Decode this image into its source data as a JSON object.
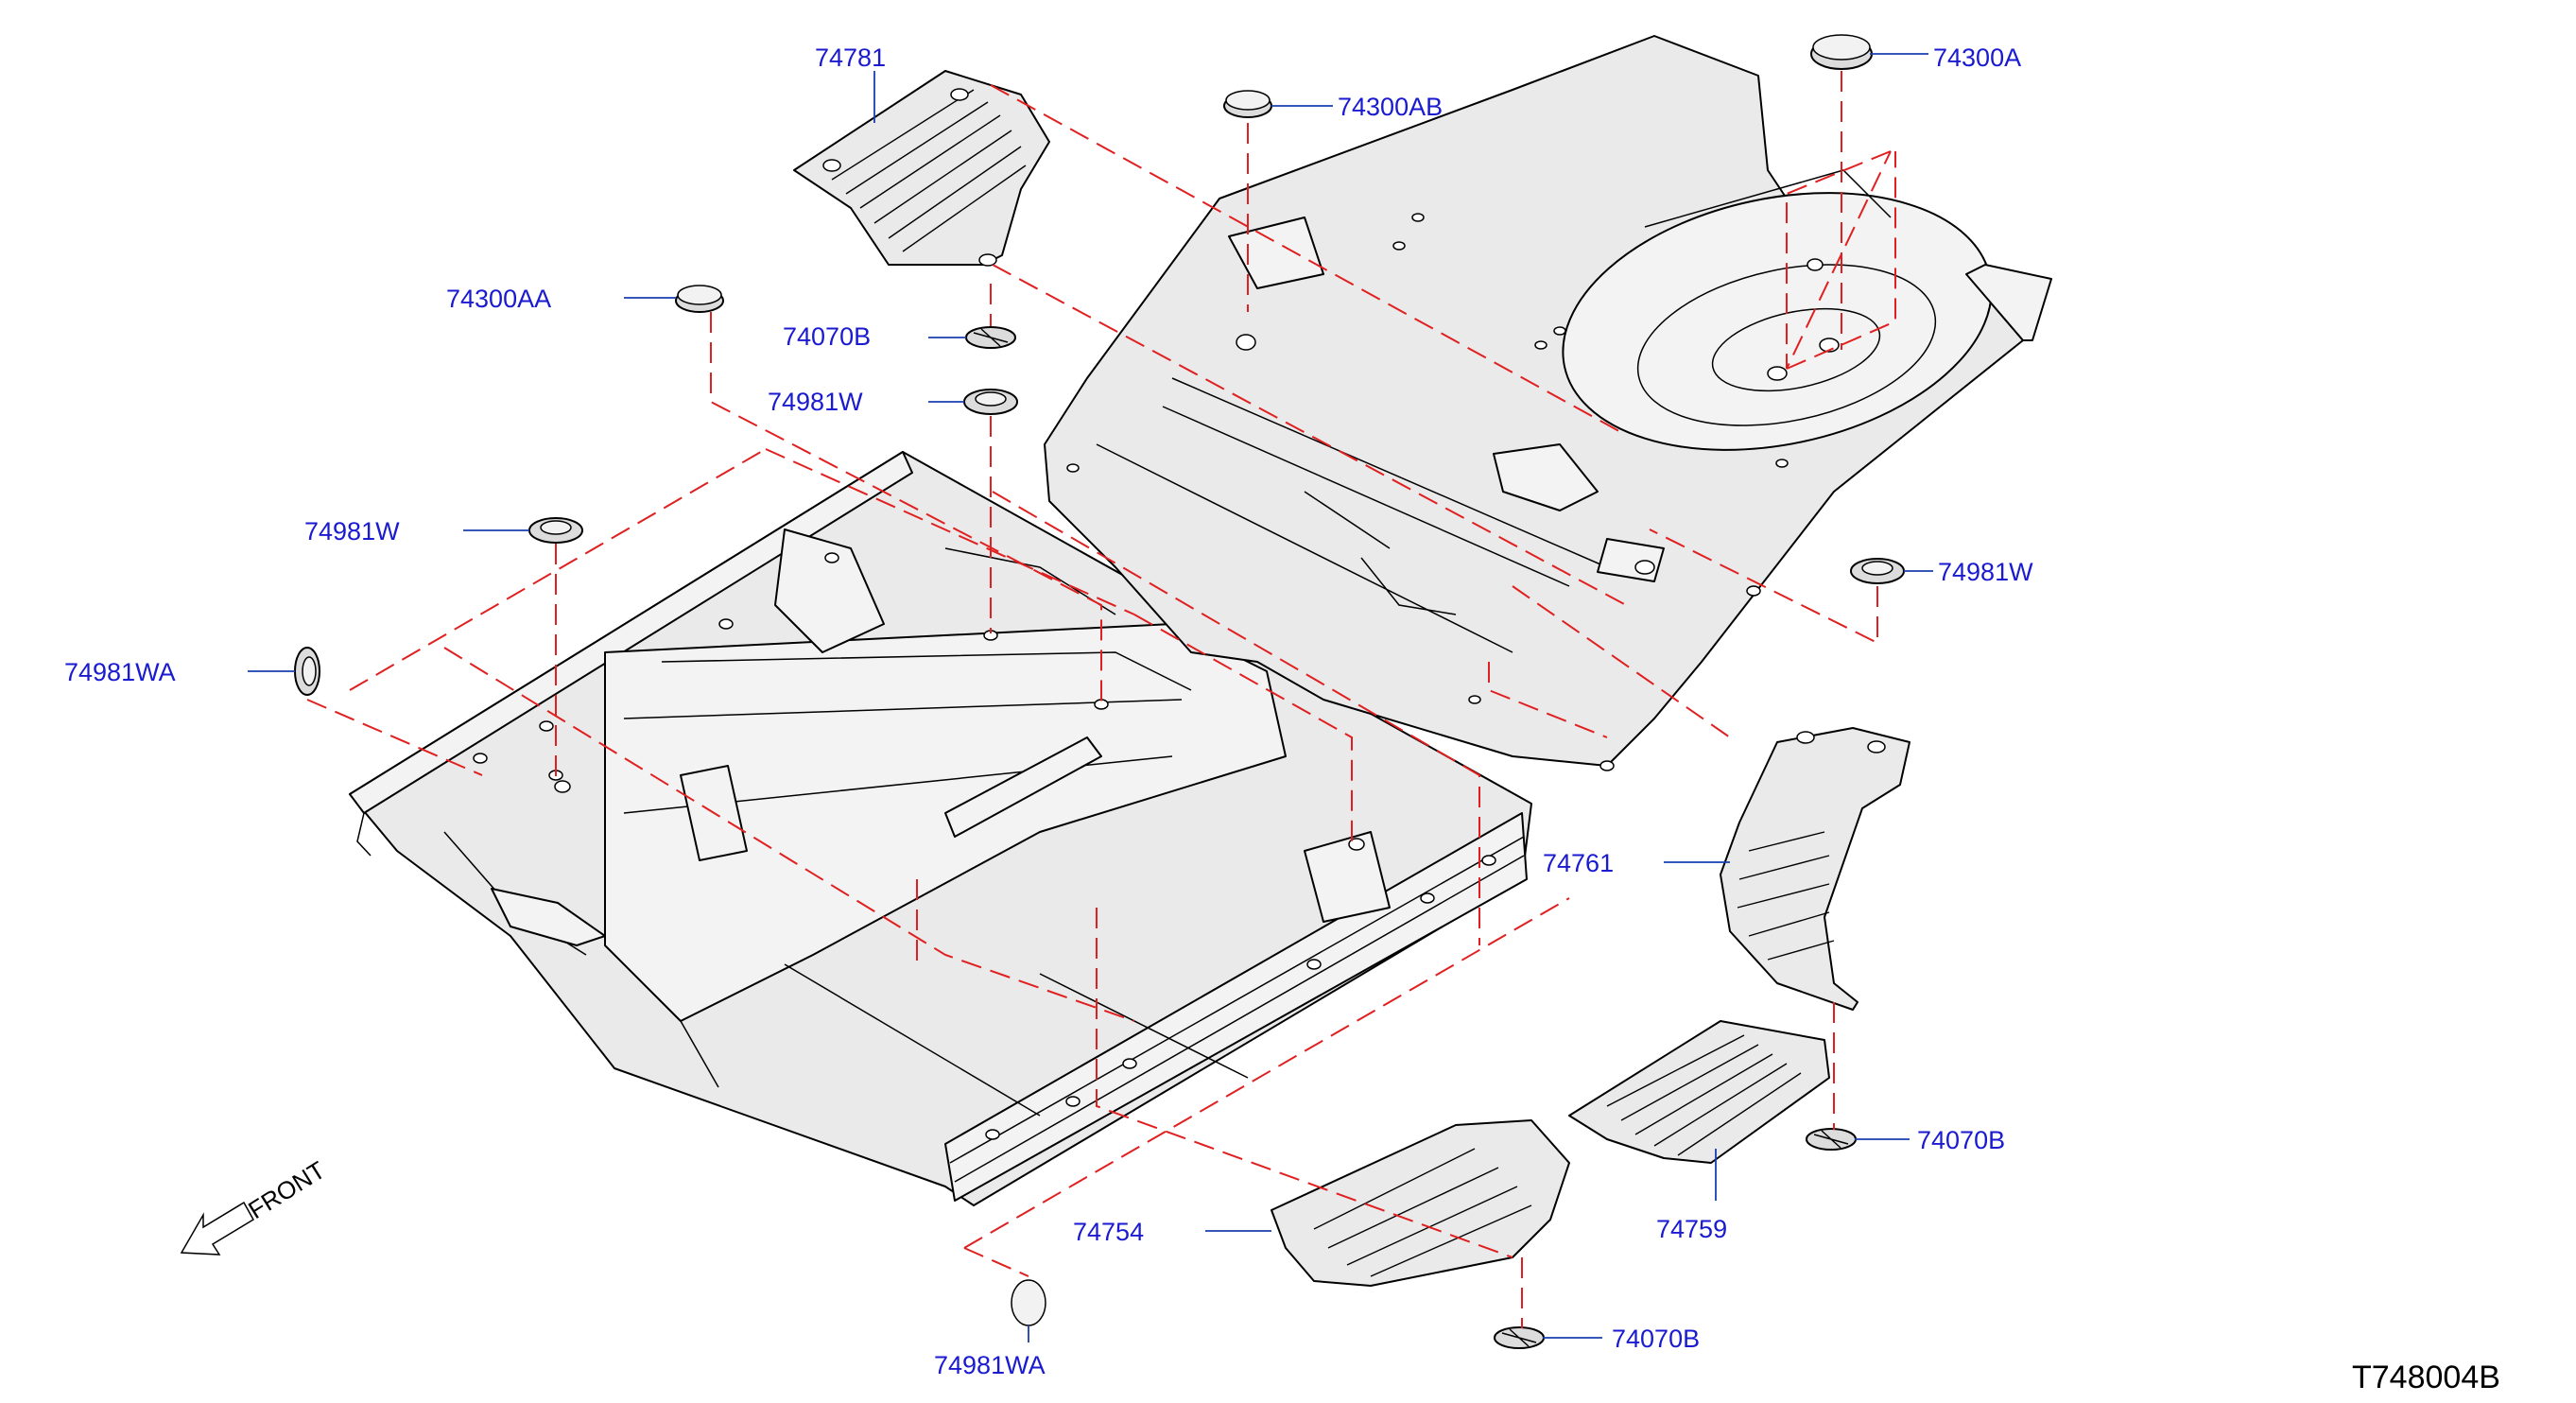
{
  "diagram": {
    "reference_code": "T748004B",
    "direction_label": "FRONT",
    "part_labels": {
      "p74781": "74781",
      "p74300AB": "74300AB",
      "p74300A": "74300A",
      "p74300AA": "74300AA",
      "p74070B_top": "74070B",
      "p74981W_top": "74981W",
      "p74981W_left": "74981W",
      "p74981W_right": "74981W",
      "p74981WA_left": "74981WA",
      "p74761": "74761",
      "p74070B_right": "74070B",
      "p74754": "74754",
      "p74759": "74759",
      "p74070B_bottom": "74070B",
      "p74981WA_bottom": "74981WA"
    },
    "colors": {
      "label_text": "#1a1ad0",
      "leader_line": "#1a3fb0",
      "dashed_guide": "#e02020",
      "outline": "#000000",
      "part_fill": "#eaeaea"
    }
  }
}
